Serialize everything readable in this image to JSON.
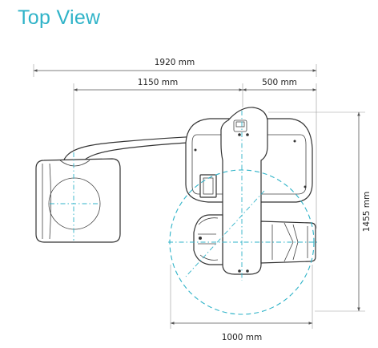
{
  "title": "Top View",
  "accent_color": "#2fb3c8",
  "dimensions": {
    "total_width": "1920 mm",
    "arm_reach": "1150 mm",
    "base_offset": "500 mm",
    "depth": "1455 mm",
    "base_width": "1000 mm"
  }
}
